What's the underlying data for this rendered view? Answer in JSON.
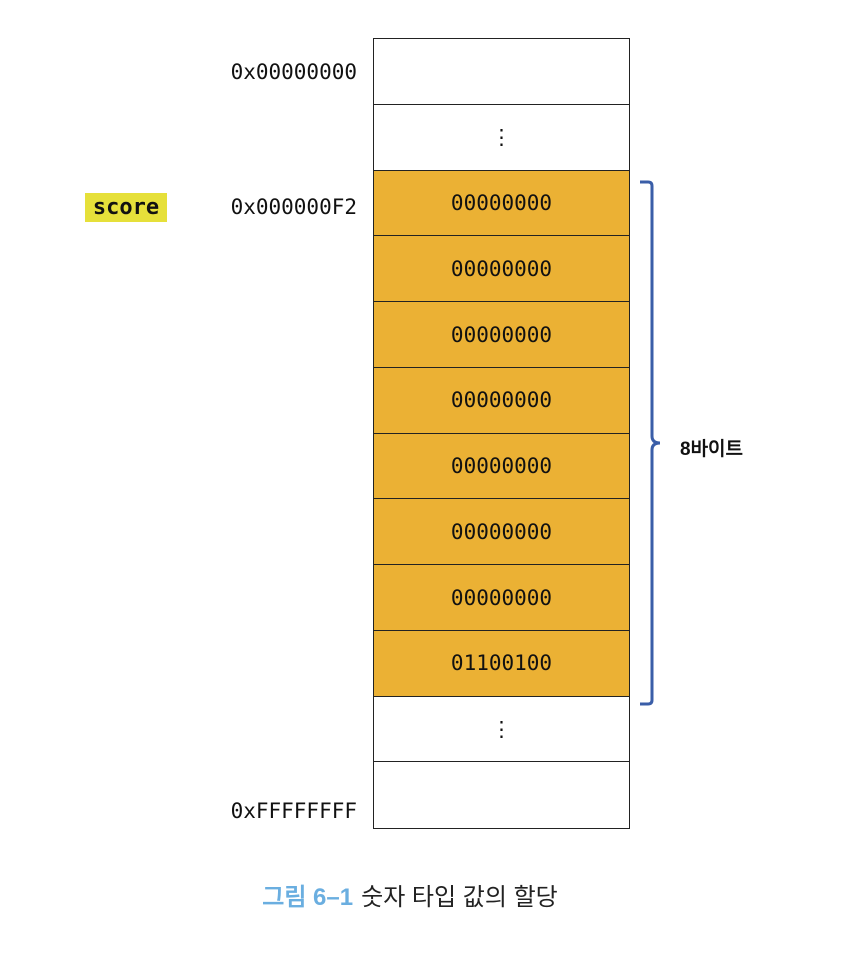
{
  "addresses": {
    "first": "0x00000000",
    "score": "0x000000F2",
    "last": "0xFFFFFFFF"
  },
  "variable_label": "score",
  "size_label": "8바이트",
  "cells": [
    {
      "value": "",
      "filled": false
    },
    {
      "value": "⋮",
      "filled": false
    },
    {
      "value": "00000000",
      "filled": true
    },
    {
      "value": "00000000",
      "filled": true
    },
    {
      "value": "00000000",
      "filled": true
    },
    {
      "value": "00000000",
      "filled": true
    },
    {
      "value": "00000000",
      "filled": true
    },
    {
      "value": "00000000",
      "filled": true
    },
    {
      "value": "00000000",
      "filled": true
    },
    {
      "value": "01100100",
      "filled": true
    },
    {
      "value": "⋮",
      "filled": false
    },
    {
      "value": "",
      "filled": false
    }
  ],
  "caption": {
    "figure": "그림 6–1",
    "text": "숫자 타입 값의 할당"
  },
  "colors": {
    "filled": "#ebb134",
    "highlight": "#e6e03a",
    "brace": "#3a5ea8",
    "figure": "#6aaee0"
  }
}
